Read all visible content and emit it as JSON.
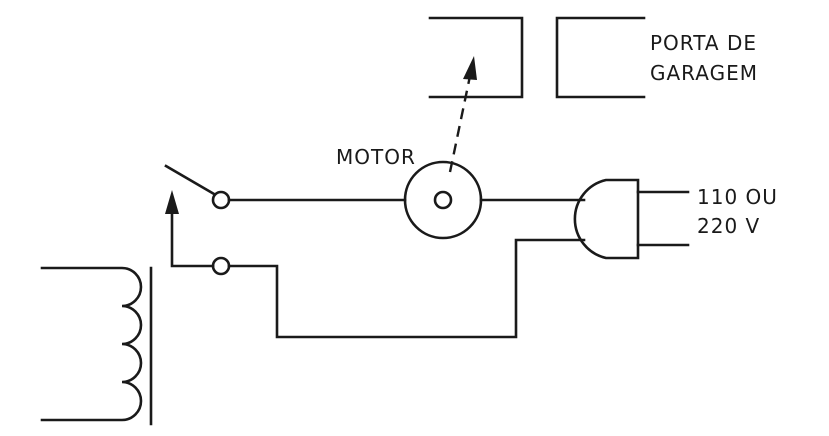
{
  "labels": {
    "garage_door_line1": "PORTA DE",
    "garage_door_line2": "GARAGEM",
    "motor": "MOTOR",
    "voltage_line1": "110 OU",
    "voltage_line2": "220 V"
  },
  "colors": {
    "ink": "#1a1a1a",
    "background": "#ffffff"
  }
}
